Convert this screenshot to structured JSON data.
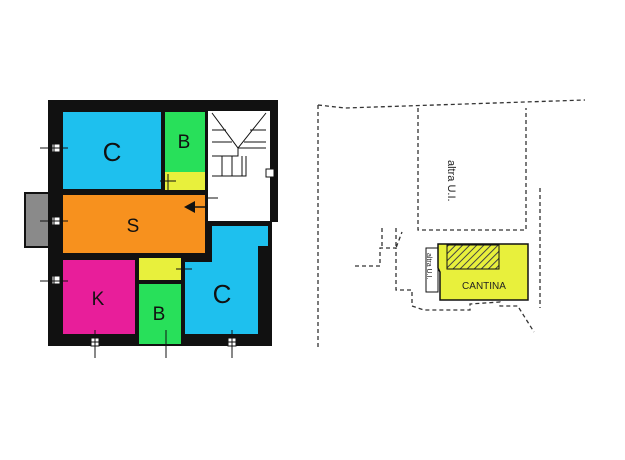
{
  "rooms": {
    "bedroom_top": {
      "label": "C",
      "color": "#1ec0ee"
    },
    "bath_top": {
      "label": "B",
      "color": "#28e05a"
    },
    "living": {
      "label": "S",
      "color": "#f7911e"
    },
    "kitchen": {
      "label": "K",
      "color": "#e81e9a"
    },
    "bath_bottom": {
      "label": "B",
      "color": "#28e05a"
    },
    "bedroom_bottom": {
      "label": "C",
      "color": "#1ec0ee"
    },
    "cantina": {
      "label": "CANTINA",
      "color": "#e8f03c"
    }
  },
  "colors": {
    "wall": "#111111",
    "corridor": "#e8f03c",
    "balcony": "#8a8a8a",
    "dashed_line": "#333333",
    "hatch": "#444444"
  },
  "annotations": {
    "other_unit_top": "altra U.I.",
    "other_unit_side": "altra U.I."
  }
}
